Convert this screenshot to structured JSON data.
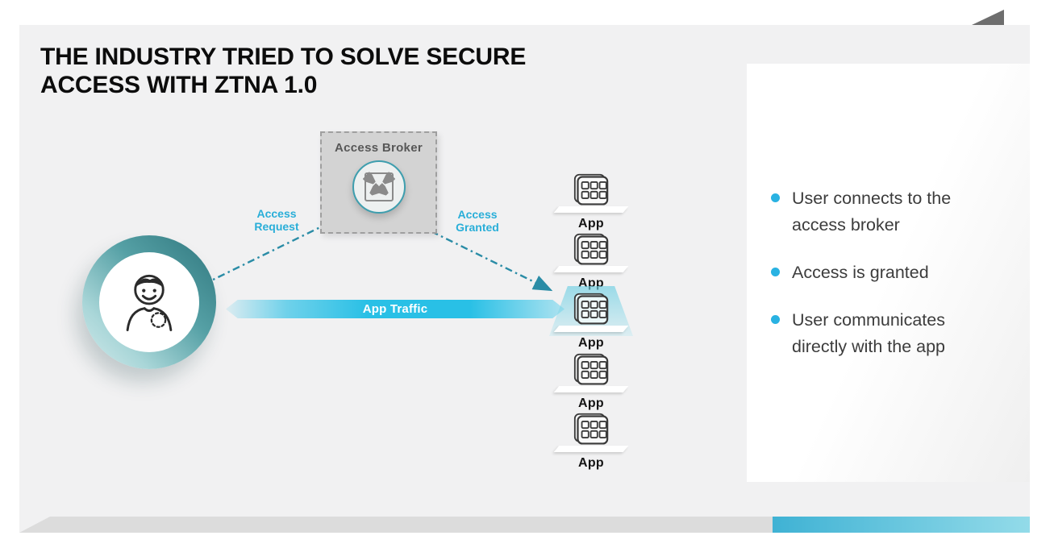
{
  "title": {
    "line1": "THE INDUSTRY TRIED TO SOLVE SECURE",
    "line2": "ACCESS WITH ZTNA 1.0"
  },
  "diagram": {
    "broker": {
      "label": "Access Broker",
      "icon": "crossover-switch-icon"
    },
    "flows": {
      "request_label": "Access Request",
      "granted_label": "Access Granted",
      "traffic_label": "App Traffic"
    },
    "user": {
      "icon": "user-person-icon"
    },
    "apps": [
      {
        "label": "App",
        "highlighted": false
      },
      {
        "label": "App",
        "highlighted": false
      },
      {
        "label": "App",
        "highlighted": true
      },
      {
        "label": "App",
        "highlighted": false
      },
      {
        "label": "App",
        "highlighted": false
      }
    ]
  },
  "sidebar": {
    "bullets": [
      "User connects to the access broker",
      "Access is granted",
      "User communicates directly with the app"
    ]
  },
  "colors": {
    "accent_cyan_text": "#29aed8",
    "teal_arrow": "#2a8ca6",
    "traffic_bar": "#29c0e6",
    "bullet_dot": "#29b2e2",
    "slide_bg": "#f1f1f2",
    "broker_box": "#d3d3d3",
    "band_gray": "#dcdcdc",
    "band_cyan_start": "#3fb2d4",
    "band_cyan_end": "#93dbe9",
    "corner_triangle": "#6e6e6e",
    "title_text": "#0c0c0c"
  }
}
